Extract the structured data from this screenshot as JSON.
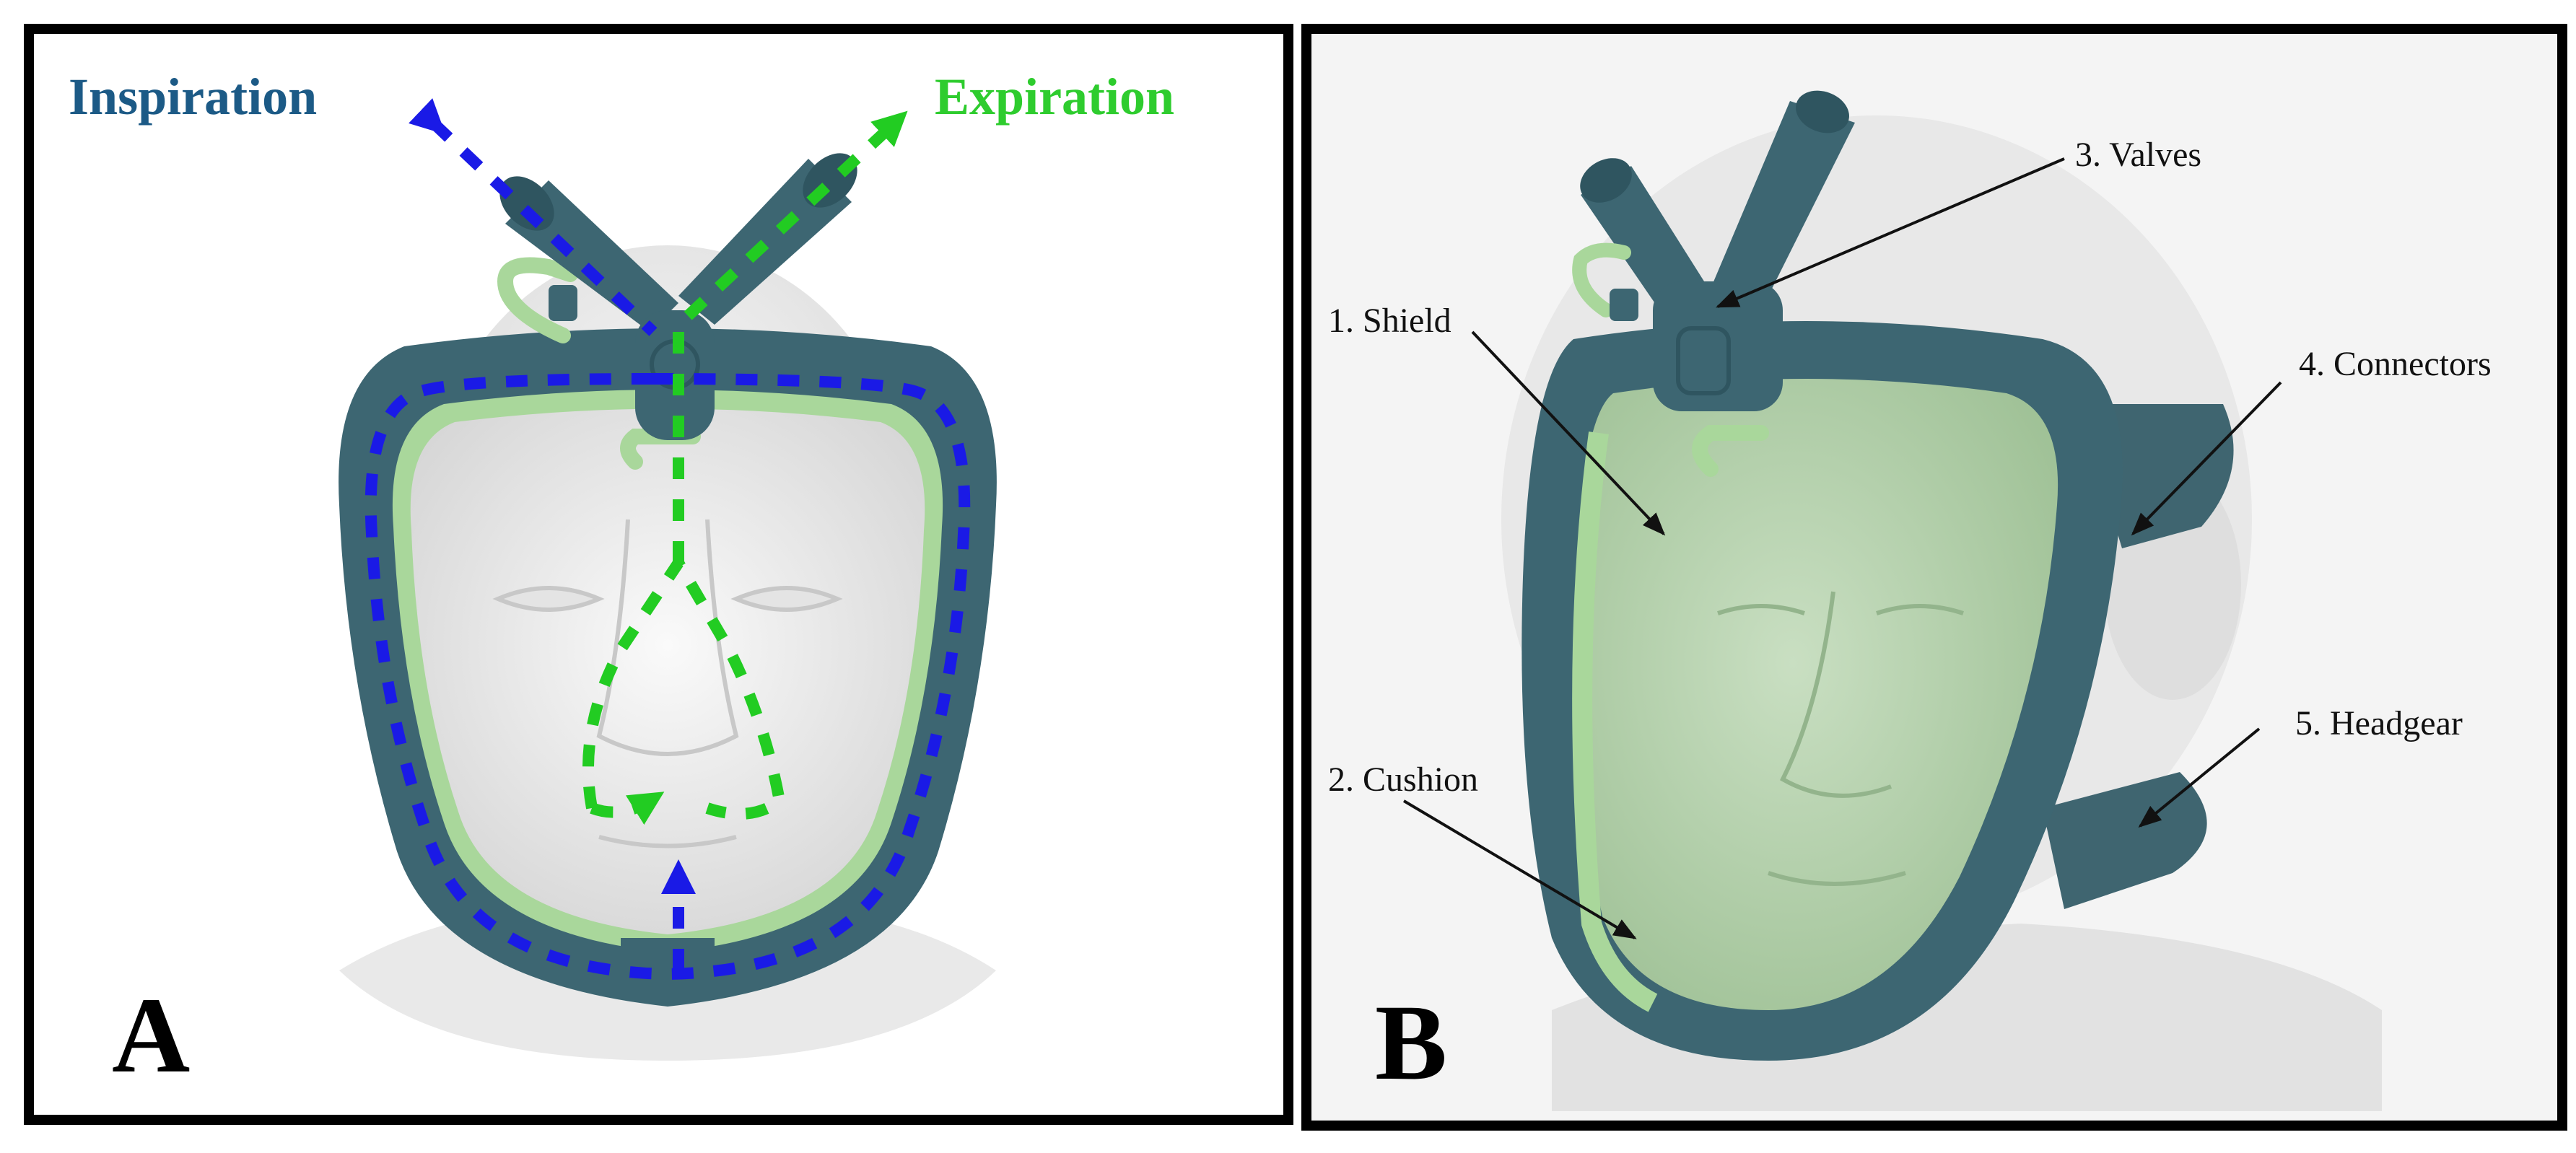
{
  "panel_a": {
    "letter": "A",
    "inspiration_label": "Inspiration",
    "expiration_label": "Expiration"
  },
  "panel_b": {
    "letter": "B",
    "callouts": [
      "1. Shield",
      "2. Cushion",
      "3. Valves",
      "4. Connectors",
      "5. Headgear"
    ]
  },
  "colors": {
    "frame": "#3d6672",
    "frame_edge": "#2f5560",
    "cushion": "#a9d79b",
    "shield": "#bcd8b5",
    "face": "#ececec",
    "inspiration_flow": "#1a1ae6",
    "expiration_flow": "#22cc22",
    "inspiration_text": "#1c5a86",
    "expiration_text": "#2ecc2e",
    "border": "#000000"
  }
}
